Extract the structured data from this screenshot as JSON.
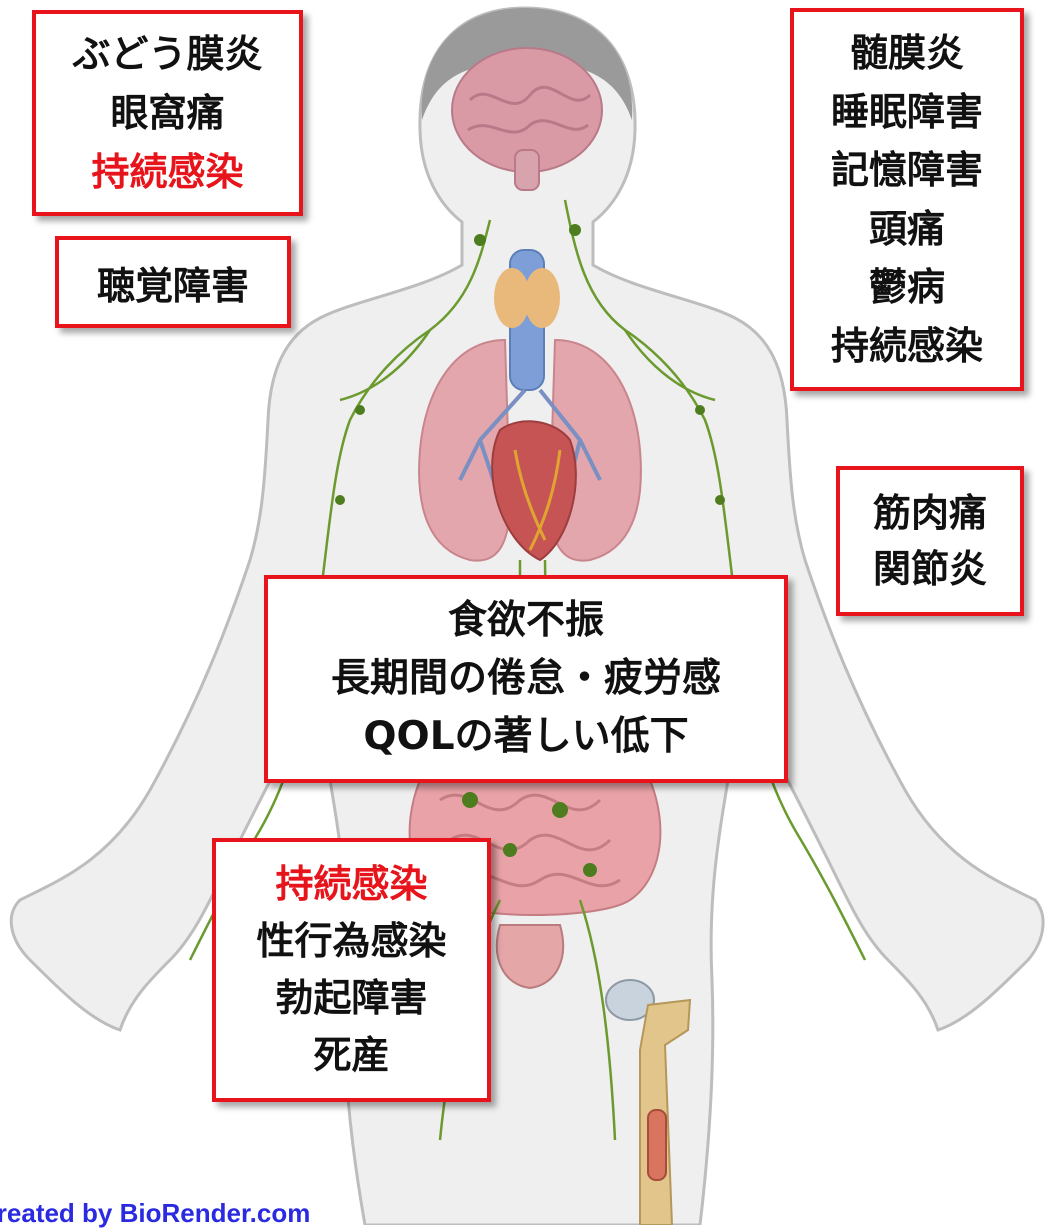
{
  "boxes": {
    "eye": [
      "ぶどう膜炎",
      "眼窩痛",
      "持続感染"
    ],
    "ear": [
      "聴覚障害"
    ],
    "brain": [
      "髄膜炎",
      "睡眠障害",
      "記憶障害",
      "頭痛",
      "鬱病",
      "持続感染"
    ],
    "muscle": [
      "筋肉痛",
      "関節炎"
    ],
    "general": [
      "食欲不振",
      "長期間の倦怠・疲労感",
      "QOLの著しい低下"
    ],
    "repro": [
      "持続感染",
      "性行為感染",
      "勃起障害",
      "死産"
    ]
  },
  "credit": "Created by BioRender.com",
  "colors": {
    "box_border": "#e8141b",
    "highlight_text": "#e8141b",
    "body_text": "#111111",
    "credit_text": "#2a2ae0",
    "skin": "#efefef",
    "lymph": "#6b9a2e",
    "lung": "#e3a6ac",
    "intestine": "#e9a3a8",
    "bone": "#e2c58a"
  }
}
